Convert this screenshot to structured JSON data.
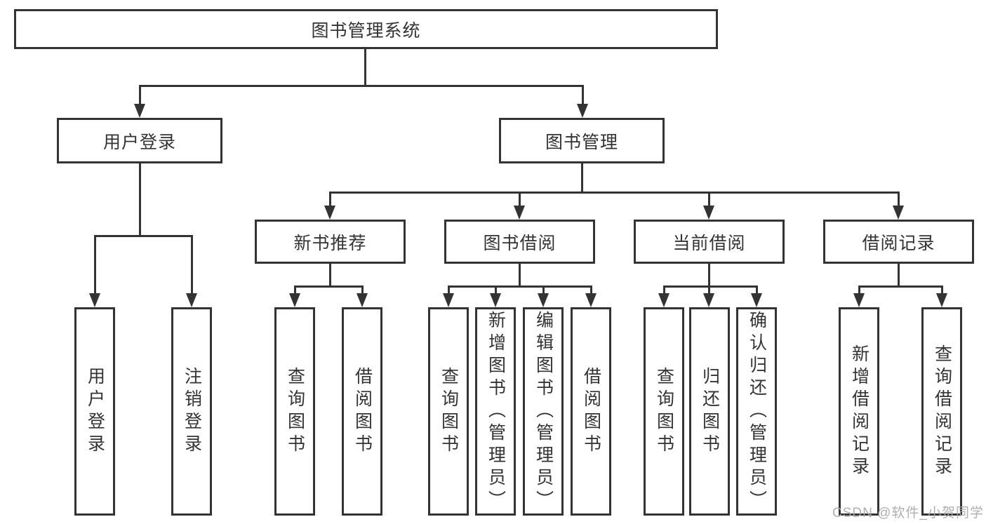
{
  "diagram": {
    "type": "hierarchy",
    "title": "图书管理系统",
    "watermark": "CSDN @软件_小贺同学",
    "colors": {
      "line": "#333333",
      "text": "#333333",
      "box_fill": "#ffffff",
      "background": "#ffffff",
      "watermark": "#a8a8a8"
    },
    "tree": {
      "label": "图书管理系统",
      "children": [
        {
          "label": "用户登录",
          "children": [
            {
              "label": "用户登录"
            },
            {
              "label": "注销登录"
            }
          ]
        },
        {
          "label": "图书管理",
          "children": [
            {
              "label": "新书推荐",
              "children": [
                {
                  "label": "查询图书"
                },
                {
                  "label": "借阅图书"
                }
              ]
            },
            {
              "label": "图书借阅",
              "children": [
                {
                  "label": "查询图书"
                },
                {
                  "label": "新增图书（管理员）"
                },
                {
                  "label": "编辑图书（管理员）"
                },
                {
                  "label": "借阅图书"
                }
              ]
            },
            {
              "label": "当前借阅",
              "children": [
                {
                  "label": "查询图书"
                },
                {
                  "label": "归还图书"
                },
                {
                  "label": "确认归还（管理员）"
                }
              ]
            },
            {
              "label": "借阅记录",
              "children": [
                {
                  "label": "新增借阅记录"
                },
                {
                  "label": "查询借阅记录"
                }
              ]
            }
          ]
        }
      ]
    }
  }
}
